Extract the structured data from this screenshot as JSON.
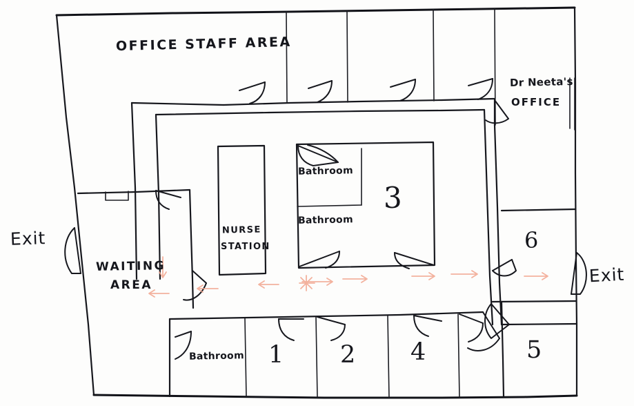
{
  "plan": {
    "title": "Clinic Floor Plan (hand drawn sketch)",
    "ink_color": "#15161c",
    "arrow_color": "#f0a08a",
    "paper_color": "#fdfdfc"
  },
  "labels": {
    "office_staff_area": "OFFICE STAFF AREA",
    "dr_neeta_line1": "Dr Neeta's",
    "dr_neeta_line2": "OFFICE",
    "exit_left": "Exit",
    "exit_right": "Exit",
    "waiting_line1": "WAITING",
    "waiting_line2": "AREA",
    "nurse_line1": "NURSE",
    "nurse_line2": "STATION",
    "bathroom_center_top": "Bathroom",
    "bathroom_center_bottom": "Bathroom",
    "bathroom_bottom_row": "Bathroom"
  },
  "rooms": {
    "numbered": [
      {
        "number": "3",
        "location": "center-block"
      },
      {
        "number": "6",
        "location": "right-upper"
      },
      {
        "number": "5",
        "location": "right-lower"
      },
      {
        "number": "1",
        "location": "bottom-row"
      },
      {
        "number": "2",
        "location": "bottom-row"
      },
      {
        "number": "4",
        "location": "bottom-row"
      }
    ]
  },
  "flow_arrows": {
    "description": "faint pink corridor direction arrows",
    "count": 8
  }
}
